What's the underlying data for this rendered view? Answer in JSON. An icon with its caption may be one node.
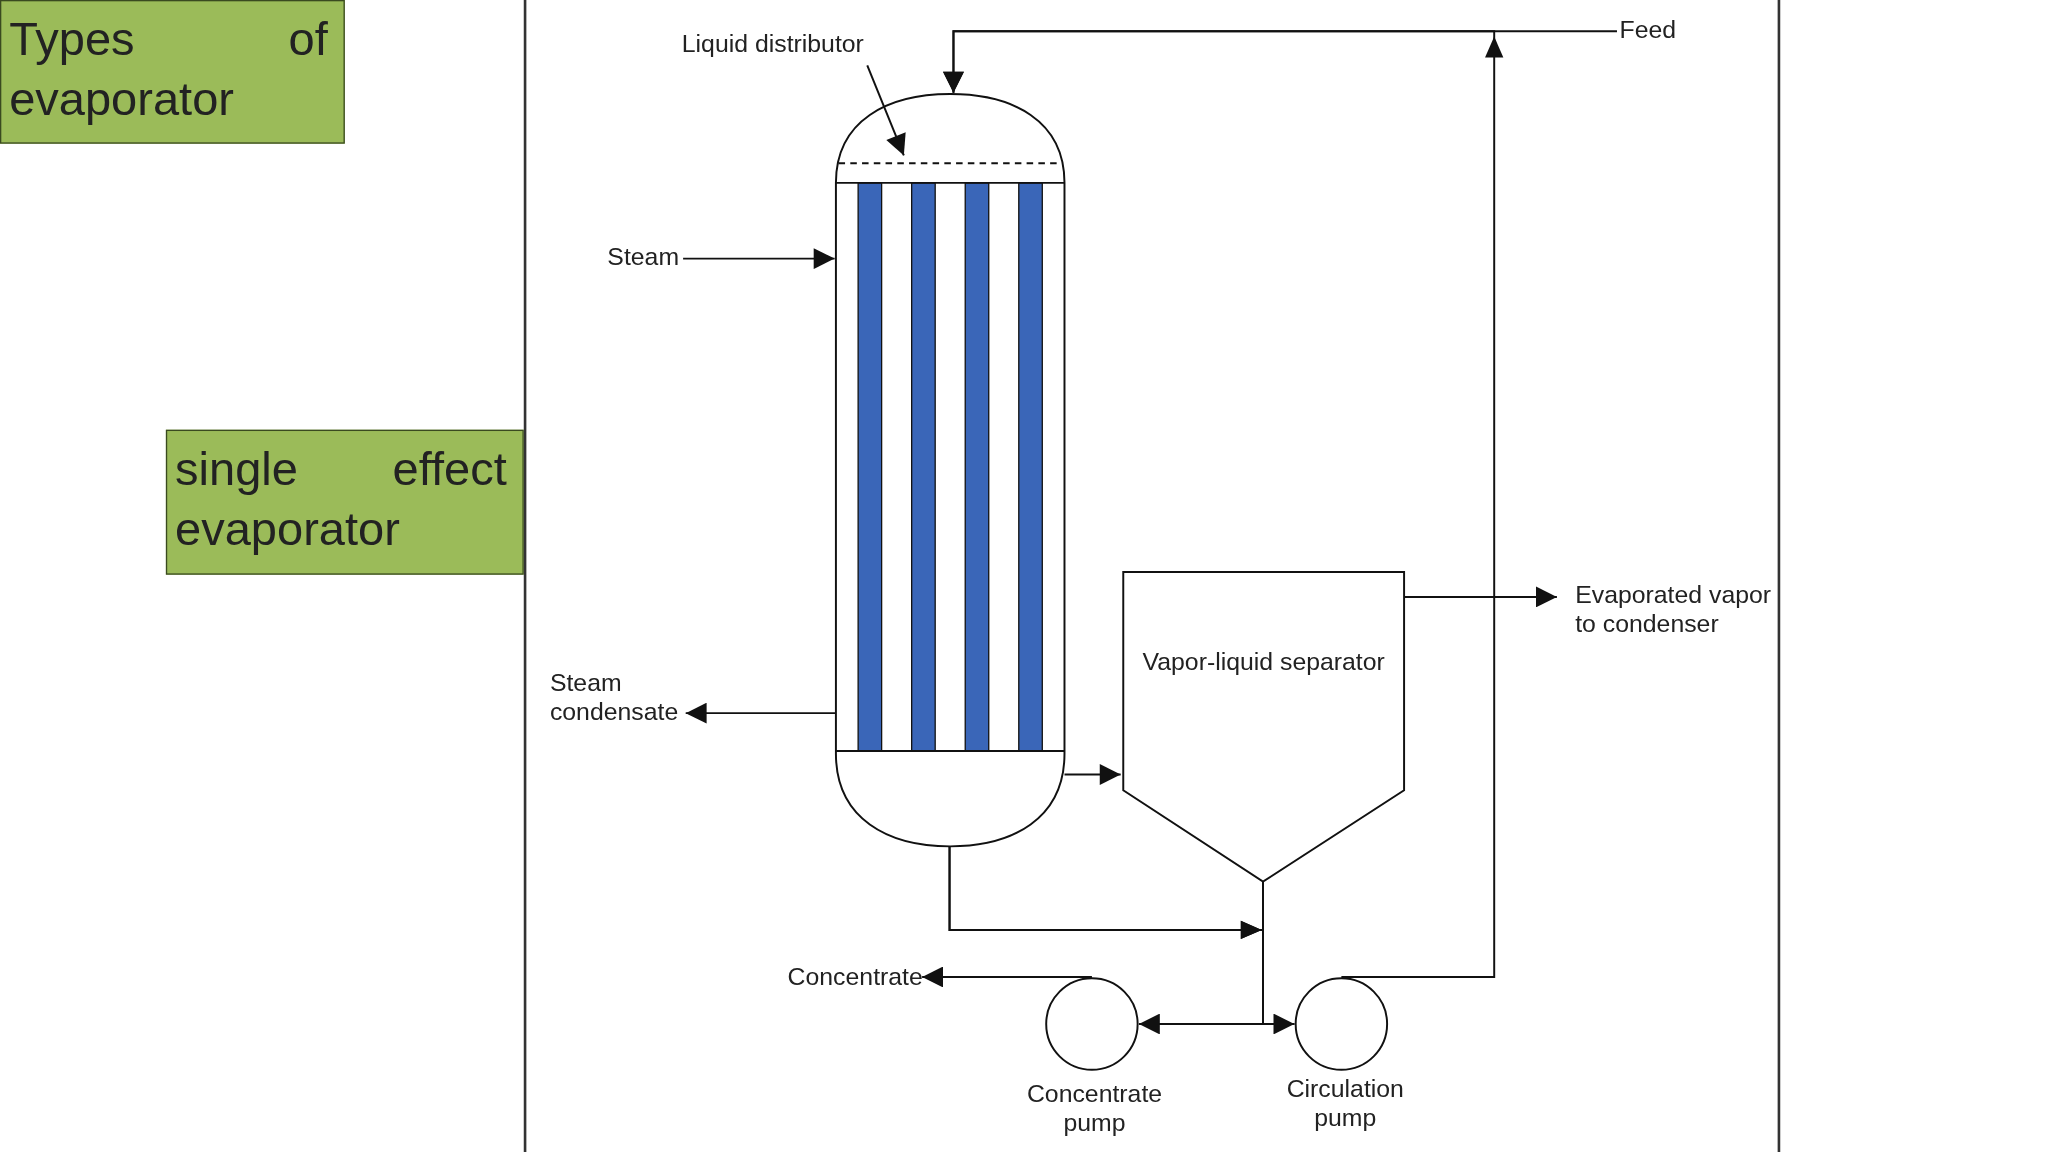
{
  "diagram": {
    "nodes": [
      {
        "text": [
          "Types of evaporator"
        ]
      },
      {
        "text": [
          "single effect evaporator"
        ]
      },
      {
        "text": [
          "Liquid distributor"
        ]
      },
      {
        "text": [],
        "shape": "cylinder"
      },
      {
        "text": [],
        "shape": "bar",
        "in": 3
      },
      {
        "text": [
          "Feed"
        ]
      },
      {
        "text": [
          "Steam"
        ]
      },
      {
        "text": [
          "Steam condensate"
        ]
      },
      {
        "text": [
          "Vapor-liquid separator"
        ]
      },
      {
        "text": [
          "Evaporated vapor to condenser"
        ]
      },
      {
        "text": [
          "Concentrate"
        ]
      },
      {
        "text": [],
        "shape": "circle",
        "beside": [
          "Concentrate pump"
        ]
      },
      {
        "text": [],
        "shape": "circle",
        "beside": [
          "Circulation pump"
        ]
      }
    ],
    "edges": [
      {
        "from": 5,
        "to": 3,
        "arrow": "to"
      },
      {
        "from": 12,
        "to": 3,
        "arrow": "to"
      },
      {
        "from": 2,
        "to": 4,
        "arrow": "to"
      },
      {
        "from": 6,
        "to": 3,
        "arrow": "to"
      },
      {
        "from": 3,
        "to": 7,
        "arrow": "to"
      },
      {
        "from": 3,
        "to": 8,
        "arrow": "to"
      },
      {
        "from": 8,
        "to": 9,
        "arrow": "to"
      },
      {
        "from": 3,
        "to": 11,
        "arrow": "to"
      },
      {
        "from": 3,
        "to": 12,
        "arrow": "to"
      },
      {
        "from": 8,
        "to": 11,
        "arrow": "none"
      },
      {
        "from": 8,
        "to": 12,
        "arrow": "none"
      },
      {
        "from": 11,
        "to": 10,
        "arrow": "to"
      }
    ]
  }
}
